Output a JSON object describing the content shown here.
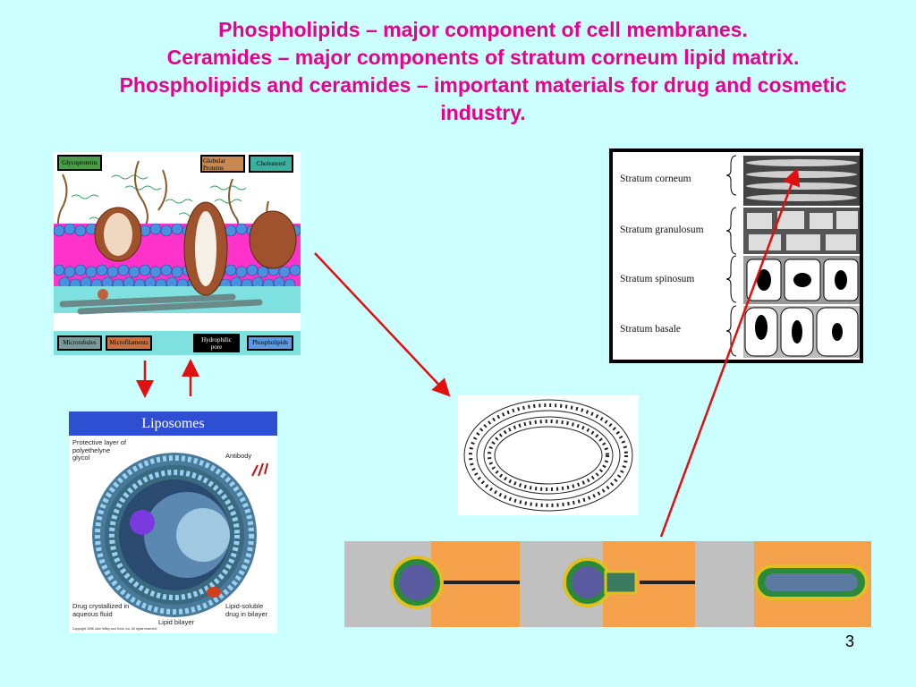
{
  "slide": {
    "title_lines": [
      "Phospholipids – major component of cell membranes.",
      "Ceramides – major components of stratum corneum lipid matrix.",
      "Phospholipids and ceramides – important materials for drug and cosmetic",
      "industry."
    ],
    "page_number": "3"
  },
  "membrane": {
    "labels": {
      "glycoproteins": "Glycoproteins",
      "globular": "Globular Proteins",
      "cholesterol": "Cholesterol",
      "microtubules": "Microtubules",
      "microfilaments": "Microfilaments",
      "pore": "Hydrophilic pore",
      "phospholipids": "Phospholipids"
    }
  },
  "stratum": {
    "layers": [
      "Stratum corneum",
      "Stratum granulosum",
      "Stratum spinosum",
      "Stratum basale"
    ]
  },
  "liposomes": {
    "title": "Liposomes",
    "peg": "Protective layer of polyethelyne glycol",
    "antibody": "Antibody",
    "drug_aq": "Drug crystallized in aqueous fluid",
    "bilayer": "Lipid bilayer",
    "drug_lip": "Lipid-soluble drug in bilayer",
    "copyright": "Copyright 1996 John Wiley and Sons, Inc. All rights reserved."
  },
  "colors": {
    "background": "#ccffff",
    "title": "#e8008e",
    "arrows": "#e01010",
    "stripe_gray": "#c0c0c0",
    "stripe_orange": "#f5a04a"
  }
}
